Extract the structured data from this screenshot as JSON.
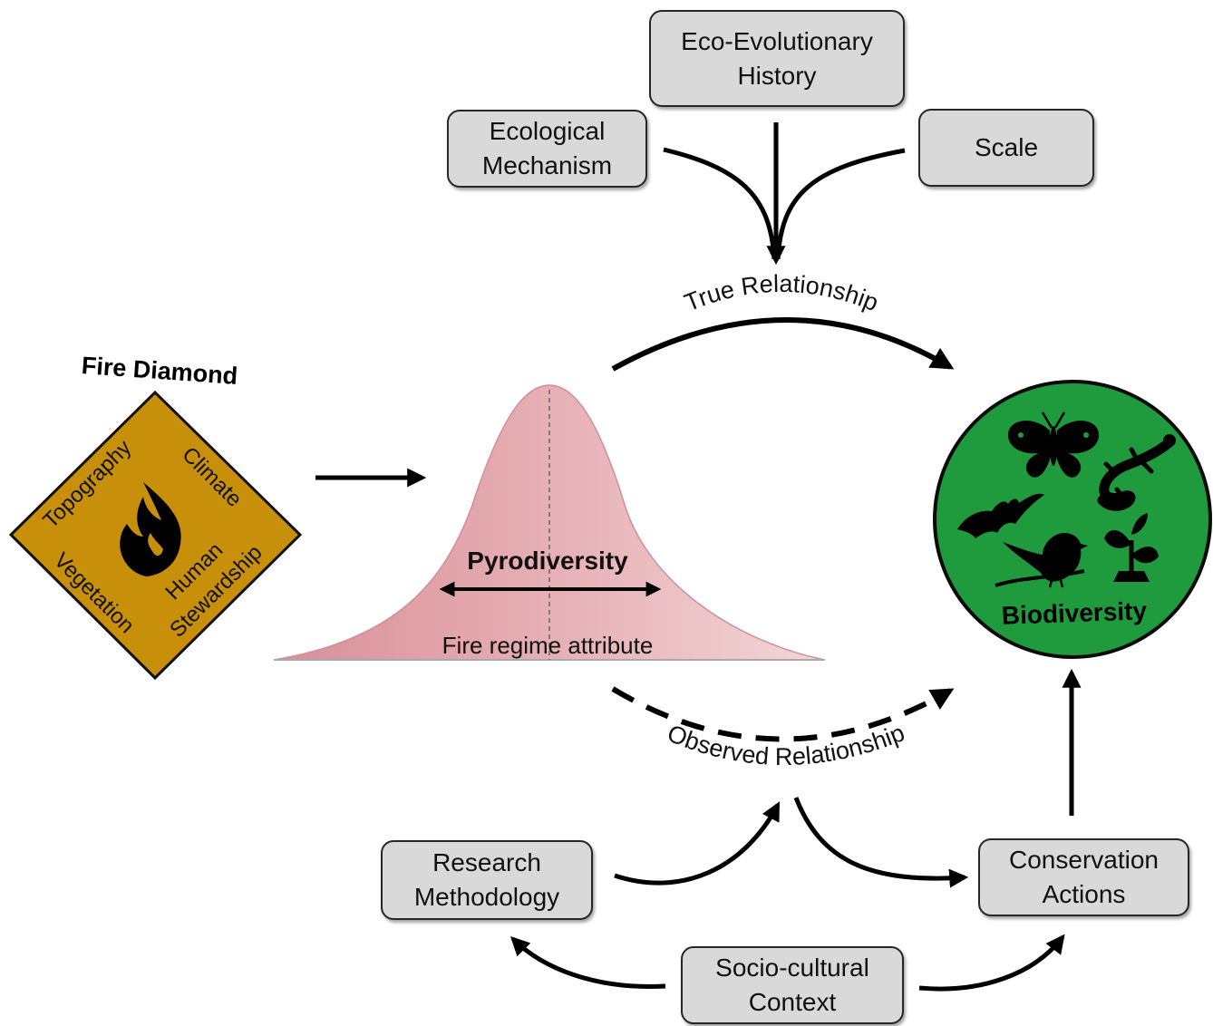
{
  "boxes": {
    "eco_evolutionary_history": "Eco-Evolutionary\nHistory",
    "ecological_mechanism": "Ecological\nMechanism",
    "scale": "Scale",
    "research_methodology": "Research\nMethodology",
    "conservation_actions": "Conservation\nActions",
    "socio_cultural_context": "Socio-cultural\nContext"
  },
  "fire_diamond": {
    "title": "Fire Diamond",
    "topography": "Topography",
    "climate": "Climate",
    "vegetation": "Vegetation",
    "human_stewardship_1": "Human",
    "human_stewardship_2": "Stewardship",
    "fill_color": "#c8900a"
  },
  "distribution": {
    "label": "Pyrodiversity",
    "axis_label": "Fire regime attribute",
    "fill_color": "#e3aeb2"
  },
  "relationships": {
    "true": "True Relationship",
    "observed": "Observed Relationship"
  },
  "biodiversity": {
    "label": "Biodiversity",
    "fill_color": "#1f9a3c",
    "icons": [
      "butterfly-icon",
      "lizard-icon",
      "bat-icon",
      "bird-icon",
      "plant-icon"
    ]
  }
}
